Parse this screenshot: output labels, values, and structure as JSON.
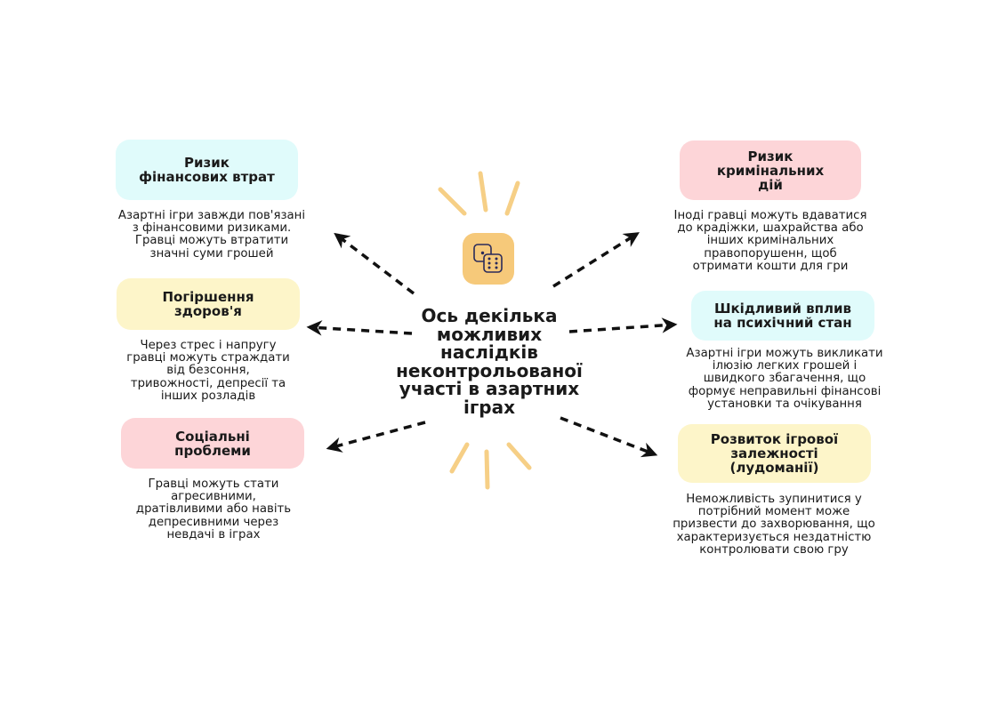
{
  "center": {
    "title": "Ось декілька\nможливих\nнаслідків\nнеконтрольованої\nучасті в азартних\nіграх",
    "icon": "dice-icon"
  },
  "colors": {
    "cyan": "#e0fbfb",
    "yellow": "#fdf5c9",
    "pink": "#fdd5d8",
    "accent": "#f6c97a"
  },
  "left": [
    {
      "title": "Ризик\nфінансових втрат",
      "text": "Азартні ігри завжди пов'язані\nз фінансовими ризиками.\nГравці можуть втратити\nзначні суми грошей"
    },
    {
      "title": "Погіршення\nздоров'я",
      "text": "Через стрес і напругу\nгравці можуть страждати\nвід безсоння,\nтривожності, депресії та\nінших розладів"
    },
    {
      "title": "Соціальні\nпроблеми",
      "text": "Гравці можуть стати\nагресивними,\nдратівливими або навіть\nдепресивними через\nневдачі в іграх"
    }
  ],
  "right": [
    {
      "title": "Ризик\nкримінальних\nдій",
      "text": "Іноді гравці можуть вдаватися\nдо крадіжки, шахрайства або\nінших кримінальних\nправопорушенн, щоб\nотримати кошти для гри"
    },
    {
      "title": "Шкідливий вплив\nна психічний стан",
      "text": "Азартні ігри можуть викликати\nілюзію легких грошей і\nшвидкого збагачення, що\nформує неправильні фінансові\nустановки та очікування"
    },
    {
      "title": "Розвиток ігрової\nзалежності\n(лудоманії)",
      "text": "Неможливість зупинитися у\nпотрібний момент може\nпризвести до захворювання, що\nхарактеризується нездатністю\nконтролювати свою гру"
    }
  ]
}
